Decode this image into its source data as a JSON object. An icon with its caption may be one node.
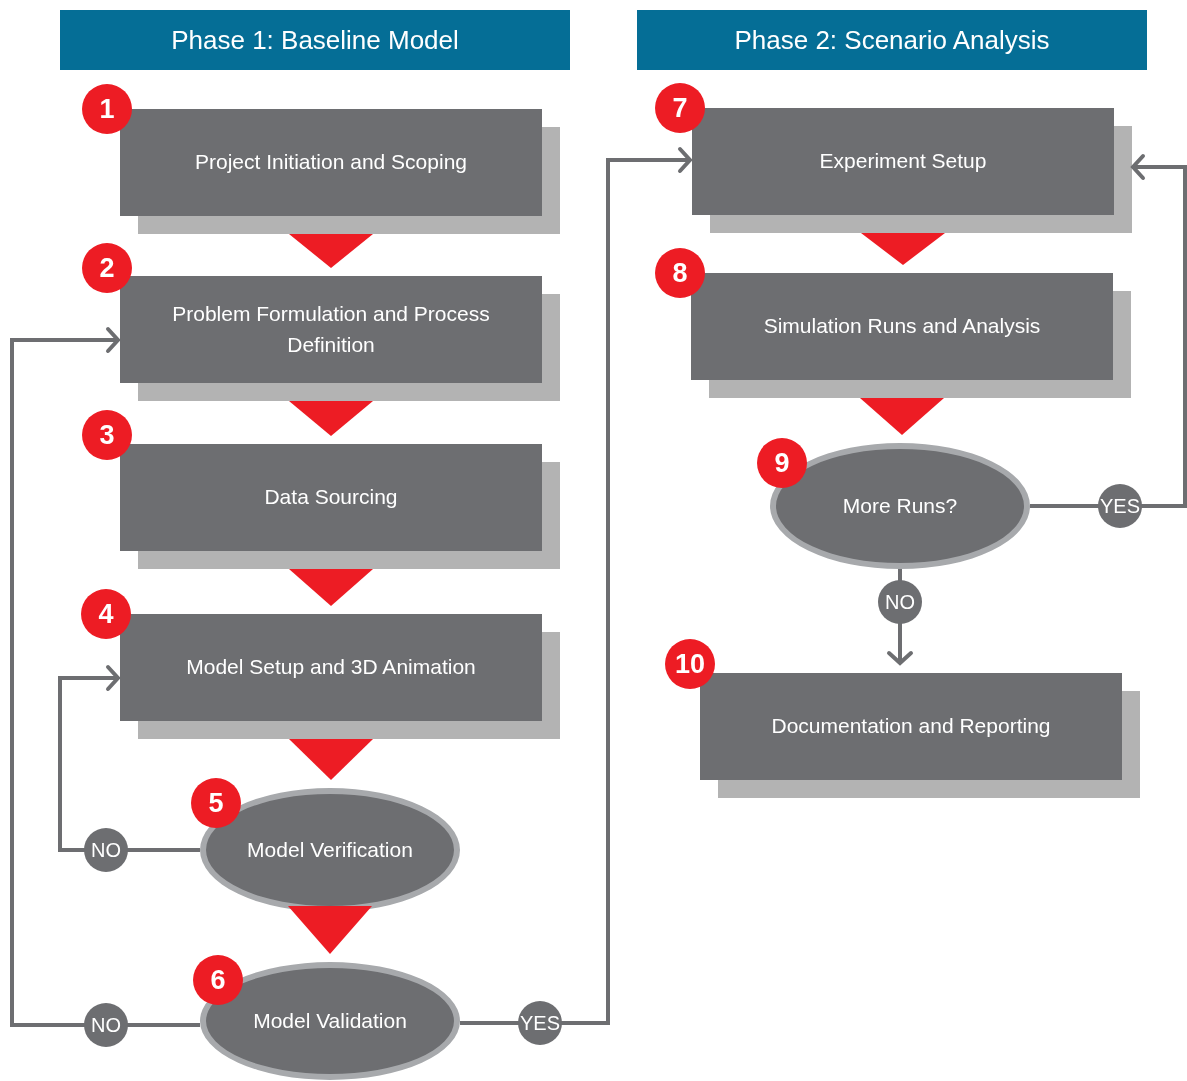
{
  "diagram": {
    "nodes": [
      {
        "text": [
          "Phase 1: Baseline Model"
        ]
      },
      {
        "text": [
          "Phase 2: Scenario Analysis"
        ]
      },
      {
        "text": [
          "1",
          "Project Initiation and Scoping"
        ]
      },
      {
        "text": [
          "2",
          "Problem Formulation and Process Definition"
        ]
      },
      {
        "text": [
          "3",
          "Data Sourcing"
        ]
      },
      {
        "text": [
          "4",
          "Model Setup and 3D Animation"
        ]
      },
      {
        "text": [
          "5",
          "Model Verification"
        ]
      },
      {
        "text": [
          "6",
          "Model Validation"
        ]
      },
      {
        "text": [
          "7",
          "Experiment Setup"
        ]
      },
      {
        "text": [
          "8",
          "Simulation Runs and Analysis"
        ]
      },
      {
        "text": [
          "9",
          "More Runs?"
        ]
      },
      {
        "text": [
          "10",
          "Documentation and Reporting"
        ]
      }
    ],
    "edges": [
      {
        "from": 2,
        "to": 3,
        "arrow": "to",
        "style": "thick",
        "color": "#ed1c24"
      },
      {
        "from": 3,
        "to": 4,
        "arrow": "to",
        "style": "thick",
        "color": "#ed1c24"
      },
      {
        "from": 4,
        "to": 5,
        "arrow": "to",
        "style": "thick",
        "color": "#ed1c24"
      },
      {
        "from": 5,
        "to": 6,
        "arrow": "to",
        "style": "thick",
        "color": "#ed1c24"
      },
      {
        "from": 6,
        "to": 7,
        "arrow": "to",
        "style": "thick",
        "color": "#ed1c24"
      },
      {
        "from": 6,
        "to": 5,
        "arrow": "to",
        "label": "NO"
      },
      {
        "from": 7,
        "to": 3,
        "arrow": "to",
        "label": "NO"
      },
      {
        "from": 7,
        "to": 8,
        "arrow": "to",
        "label": "YES"
      },
      {
        "from": 8,
        "to": 9,
        "arrow": "to",
        "style": "thick",
        "color": "#ed1c24"
      },
      {
        "from": 9,
        "to": 10,
        "arrow": "to",
        "style": "thick",
        "color": "#ed1c24"
      },
      {
        "from": 10,
        "to": 8,
        "arrow": "to",
        "label": "YES"
      },
      {
        "from": 10,
        "to": 11,
        "arrow": "to",
        "label": "NO"
      }
    ]
  }
}
